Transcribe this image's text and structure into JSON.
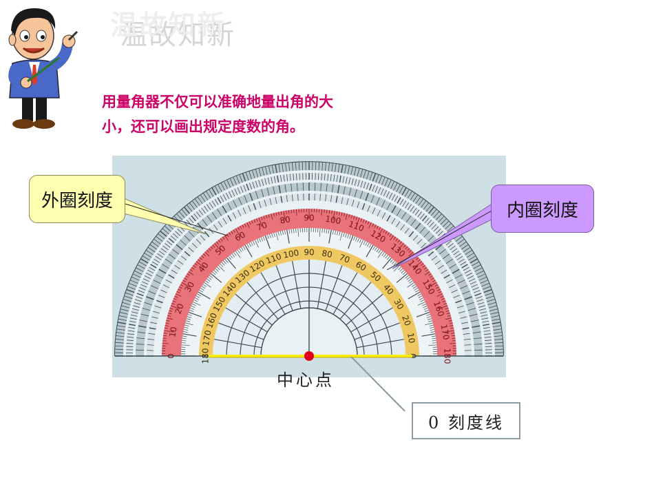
{
  "slide": {
    "title": "温故知新",
    "intro_line1": "用量角器不仅可以准确地量出角的大",
    "intro_line2": "小，还可以画出规定度数的角。"
  },
  "labels": {
    "outer_scale": "外圈刻度",
    "inner_scale": "内圈刻度",
    "center_point": "中心点",
    "zero_line": "0 刻度线"
  },
  "protractor": {
    "outer_numbers": [
      "0",
      "10",
      "20",
      "30",
      "40",
      "50",
      "60",
      "70",
      "80",
      "90",
      "100",
      "110",
      "120",
      "130",
      "140",
      "150",
      "160",
      "170",
      "180"
    ],
    "inner_numbers": [
      "180",
      "170",
      "160",
      "150",
      "140",
      "130",
      "120",
      "110",
      "100",
      "90",
      "80",
      "70",
      "60",
      "50",
      "40",
      "30",
      "20",
      "10",
      "0"
    ]
  },
  "colors": {
    "intro_text": "#cc0066",
    "outer_band": "#e8737a",
    "inner_band": "#f0c862",
    "protractor_bg": "#cfdfe6",
    "zero_line": "#ffee00",
    "center_dot": "#e0001a",
    "callout_outer_bg": "#ffffb0",
    "callout_inner_bg": "#cc99ff"
  }
}
